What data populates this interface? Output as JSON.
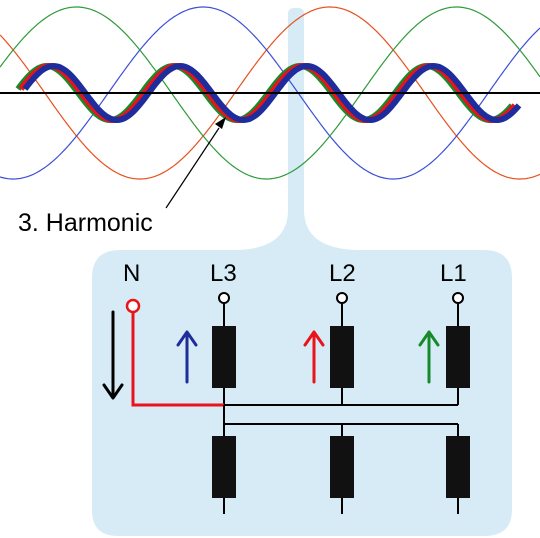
{
  "annotation": {
    "text": "3. Harmonic"
  },
  "terminals": [
    {
      "id": "N",
      "label": "N",
      "color": "#ff0000",
      "arrow": "down"
    },
    {
      "id": "L3",
      "label": "L3",
      "color": "#000000",
      "arrow": "up",
      "arrow_color": "#1f2d9c"
    },
    {
      "id": "L2",
      "label": "L2",
      "color": "#000000",
      "arrow": "up",
      "arrow_color": "#e8141a"
    },
    {
      "id": "L1",
      "label": "L1",
      "color": "#000000",
      "arrow": "up",
      "arrow_color": "#178a2a"
    }
  ],
  "colors": {
    "panel": "#d6ebf5",
    "wire": "#000000",
    "neutral_wire": "#e8141a",
    "phase_blue": "#1f2d9c",
    "phase_red": "#e8141a",
    "phase_green": "#178a2a",
    "fundamental_red": "#e8501e",
    "fundamental_blue": "#3b4fd8",
    "fundamental_green": "#2f9a3a"
  }
}
